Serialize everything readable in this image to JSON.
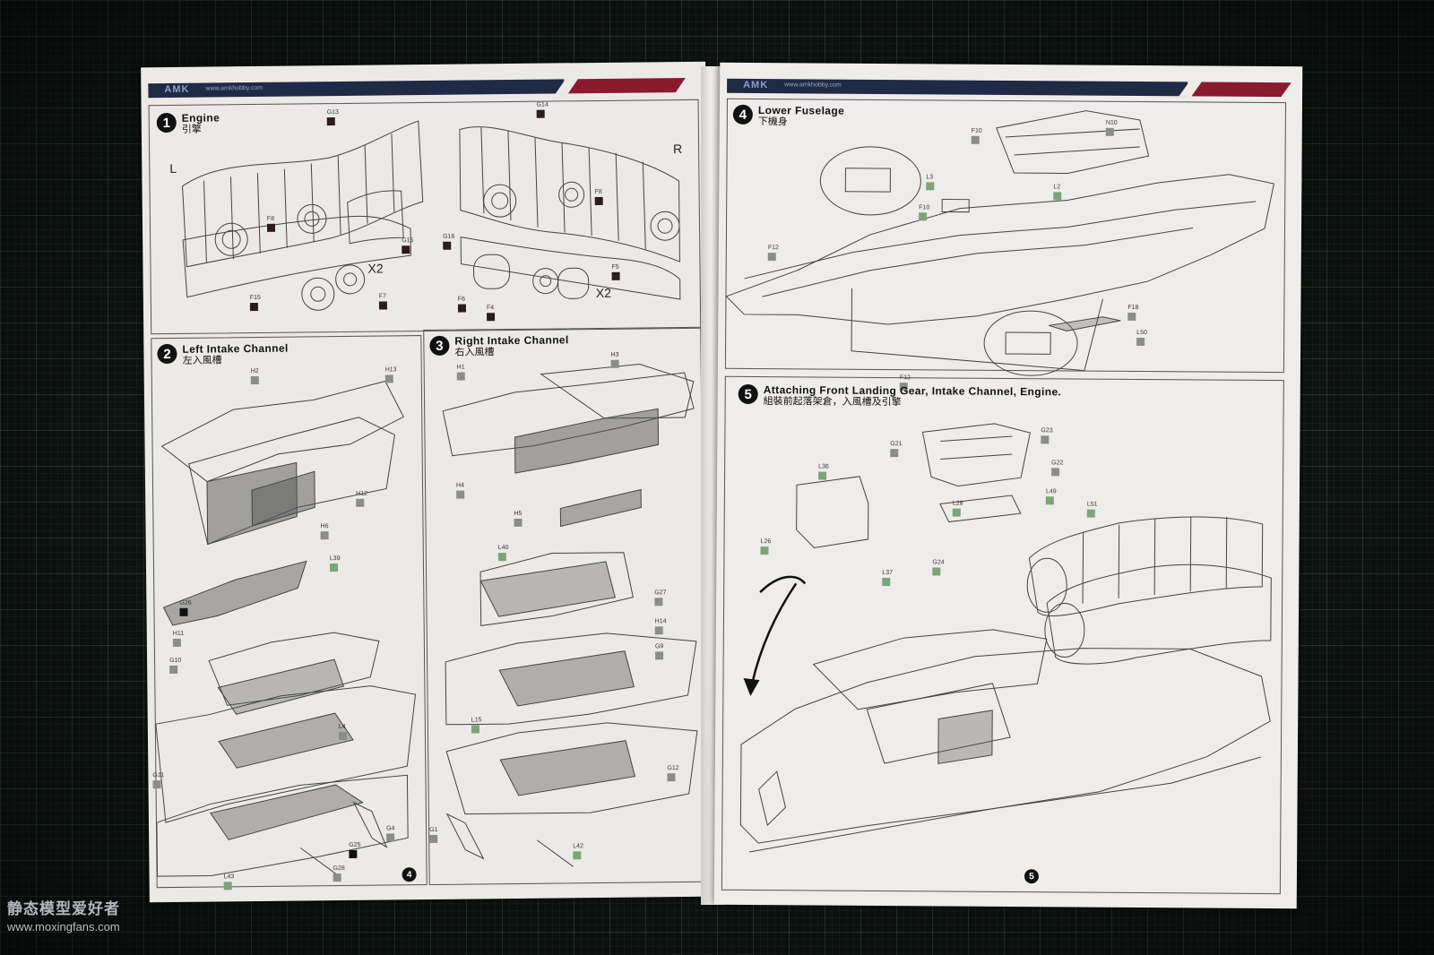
{
  "header": {
    "brand": "AMK",
    "url": "www.amkhobby.com"
  },
  "steps": [
    {
      "num": "1",
      "title": "Engine",
      "title_zh": "引擎"
    },
    {
      "num": "2",
      "title": "Left Intake Channel",
      "title_zh": "左入風槽"
    },
    {
      "num": "3",
      "title": "Right Intake Channel",
      "title_zh": "右入風槽"
    },
    {
      "num": "4",
      "title": "Lower Fuselage",
      "title_zh": "下機身"
    },
    {
      "num": "5",
      "title": "Attaching Front Landing Gear, Intake Channel, Engine.",
      "title_zh": "組裝前起落架倉，入風槽及引擎"
    }
  ],
  "engine_labels": {
    "left": "L",
    "right": "R",
    "x2_a": "X2",
    "x2_b": "X2"
  },
  "parts": {
    "step1": [
      "G13",
      "F8",
      "G15",
      "F15",
      "F7",
      "G14",
      "F8",
      "G16",
      "F6",
      "F4",
      "F5"
    ],
    "step2": [
      "H2",
      "H13",
      "H12",
      "H6",
      "L39",
      "G26",
      "H11",
      "G10",
      "L4",
      "G11",
      "G4",
      "G25",
      "G28",
      "L43"
    ],
    "step3": [
      "H1",
      "H3",
      "H4",
      "H5",
      "L40",
      "G27",
      "H14",
      "G9",
      "L15",
      "G12",
      "G1",
      "L42"
    ],
    "step4": [
      "F10",
      "N10",
      "L3",
      "L2",
      "F10",
      "F12",
      "F18",
      "L50",
      "F12"
    ],
    "step5": [
      "G21",
      "G23",
      "G22",
      "L36",
      "L49",
      "L51",
      "L28",
      "G24",
      "L26",
      "L37"
    ]
  },
  "page_numbers": {
    "left": "4",
    "right": "5"
  },
  "watermark": {
    "zh": "静态模型爱好者",
    "url": "www.moxingfans.com"
  }
}
